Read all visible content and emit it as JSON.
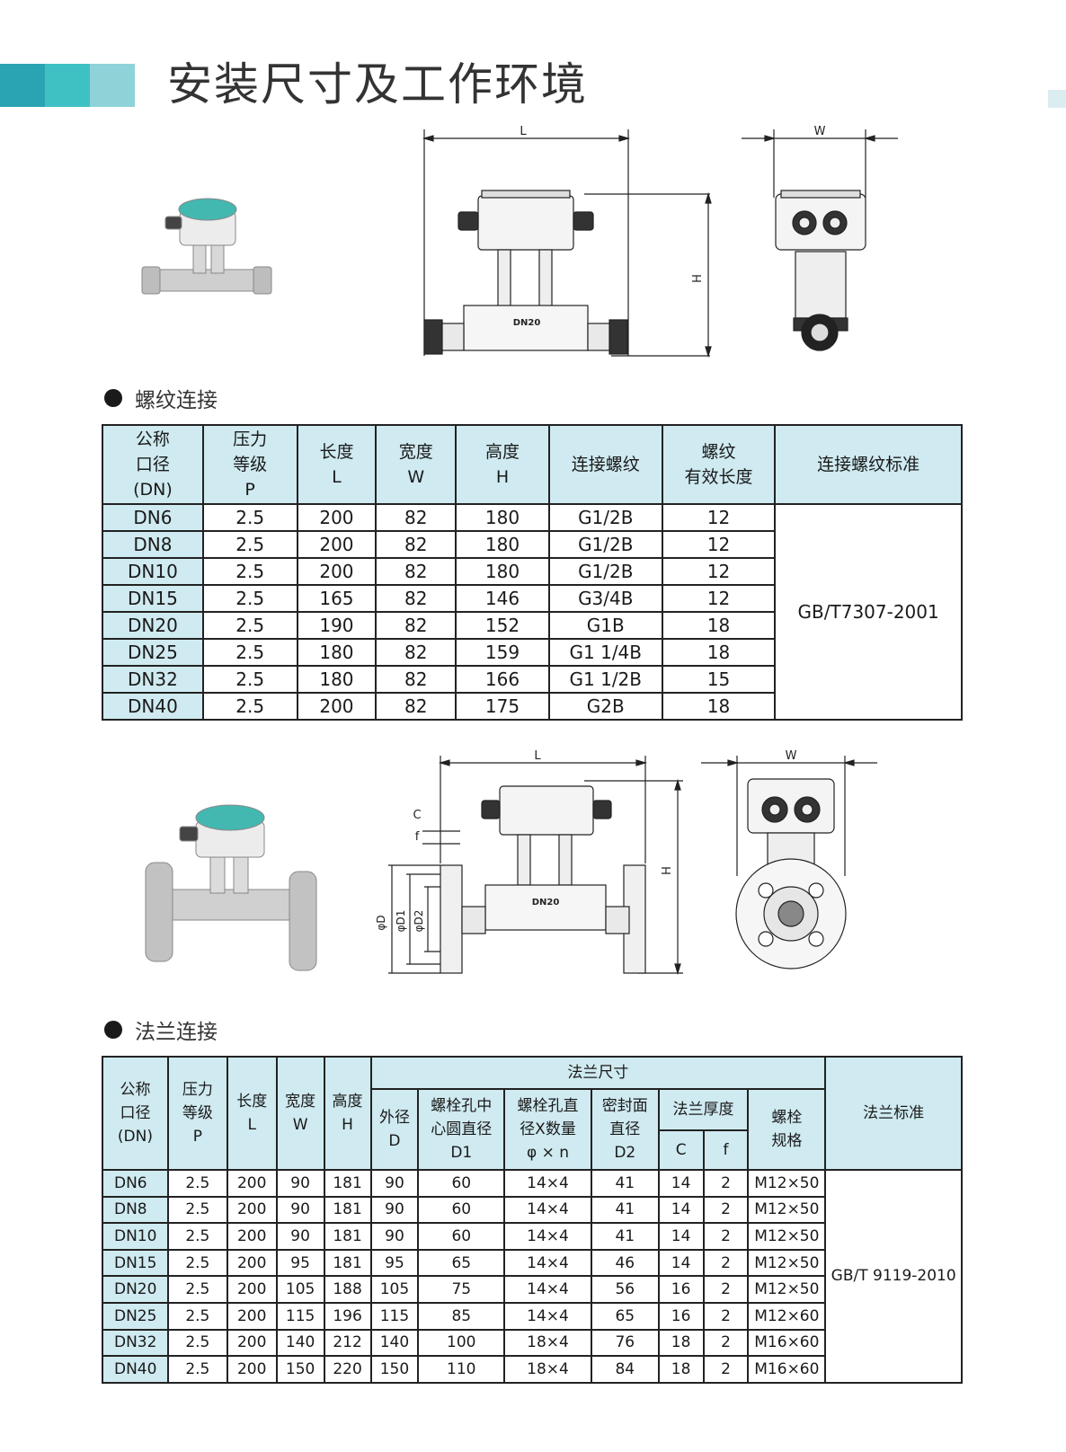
{
  "page_title": "安装尺寸及工作环境",
  "colors": {
    "accent_dark": "#2aa3b2",
    "accent_mid": "#3fc1c4",
    "accent_light": "#8fd3d9",
    "header_bg": "#cfeaf0",
    "cap_color": "#43b8b0"
  },
  "drawing_labels": {
    "L": "L",
    "W": "W",
    "H": "H",
    "C": "C",
    "f": "f",
    "D": "φD",
    "D1": "φD1",
    "D2": "φD2",
    "model": "DN20"
  },
  "threaded": {
    "heading": "螺纹连接",
    "headers": [
      [
        "公称",
        "口径",
        "(DN)"
      ],
      [
        "压力",
        "等级",
        "P"
      ],
      [
        "长度",
        "L"
      ],
      [
        "宽度",
        "W"
      ],
      [
        "高度",
        "H"
      ],
      [
        "连接螺纹"
      ],
      [
        "螺纹",
        "有效长度"
      ],
      [
        "连接螺纹标准"
      ]
    ],
    "standard": "GB/T7307-2001",
    "rows": [
      [
        "DN6",
        "2.5",
        "200",
        "82",
        "180",
        "G1/2B",
        "12"
      ],
      [
        "DN8",
        "2.5",
        "200",
        "82",
        "180",
        "G1/2B",
        "12"
      ],
      [
        "DN10",
        "2.5",
        "200",
        "82",
        "180",
        "G1/2B",
        "12"
      ],
      [
        "DN15",
        "2.5",
        "165",
        "82",
        "146",
        "G3/4B",
        "12"
      ],
      [
        "DN20",
        "2.5",
        "190",
        "82",
        "152",
        "G1B",
        "18"
      ],
      [
        "DN25",
        "2.5",
        "180",
        "82",
        "159",
        "G1 1/4B",
        "18"
      ],
      [
        "DN32",
        "2.5",
        "180",
        "82",
        "166",
        "G1 1/2B",
        "15"
      ],
      [
        "DN40",
        "2.5",
        "200",
        "82",
        "175",
        "G2B",
        "18"
      ]
    ]
  },
  "flanged": {
    "heading": "法兰连接",
    "h_dn": [
      "公称",
      "口径",
      "(DN)"
    ],
    "h_p": [
      "压力",
      "等级",
      "P"
    ],
    "h_l": [
      "长度",
      "L"
    ],
    "h_w": [
      "宽度",
      "W"
    ],
    "h_h": [
      "高度",
      "H"
    ],
    "h_flange": "法兰尺寸",
    "h_d": [
      "外径",
      "D"
    ],
    "h_d1": [
      "螺栓孔中",
      "心圆直径",
      "D1"
    ],
    "h_phi": [
      "螺栓孔直",
      "径X数量",
      "φ × n"
    ],
    "h_d2": [
      "密封面",
      "直径",
      "D2"
    ],
    "h_thick": "法兰厚度",
    "h_c": "C",
    "h_f": "f",
    "h_bolt": [
      "螺栓",
      "规格"
    ],
    "h_std": "法兰标准",
    "standard": "GB/T 9119-2010",
    "rows": [
      [
        "DN6",
        "2.5",
        "200",
        "90",
        "181",
        "90",
        "60",
        "14×4",
        "41",
        "14",
        "2",
        "M12×50"
      ],
      [
        "DN8",
        "2.5",
        "200",
        "90",
        "181",
        "90",
        "60",
        "14×4",
        "41",
        "14",
        "2",
        "M12×50"
      ],
      [
        "DN10",
        "2.5",
        "200",
        "90",
        "181",
        "90",
        "60",
        "14×4",
        "41",
        "14",
        "2",
        "M12×50"
      ],
      [
        "DN15",
        "2.5",
        "200",
        "95",
        "181",
        "95",
        "65",
        "14×4",
        "46",
        "14",
        "2",
        "M12×50"
      ],
      [
        "DN20",
        "2.5",
        "200",
        "105",
        "188",
        "105",
        "75",
        "14×4",
        "56",
        "16",
        "2",
        "M12×50"
      ],
      [
        "DN25",
        "2.5",
        "200",
        "115",
        "196",
        "115",
        "85",
        "14×4",
        "65",
        "16",
        "2",
        "M12×60"
      ],
      [
        "DN32",
        "2.5",
        "200",
        "140",
        "212",
        "140",
        "100",
        "18×4",
        "76",
        "18",
        "2",
        "M16×60"
      ],
      [
        "DN40",
        "2.5",
        "200",
        "150",
        "220",
        "150",
        "110",
        "18×4",
        "84",
        "18",
        "2",
        "M16×60"
      ]
    ]
  }
}
